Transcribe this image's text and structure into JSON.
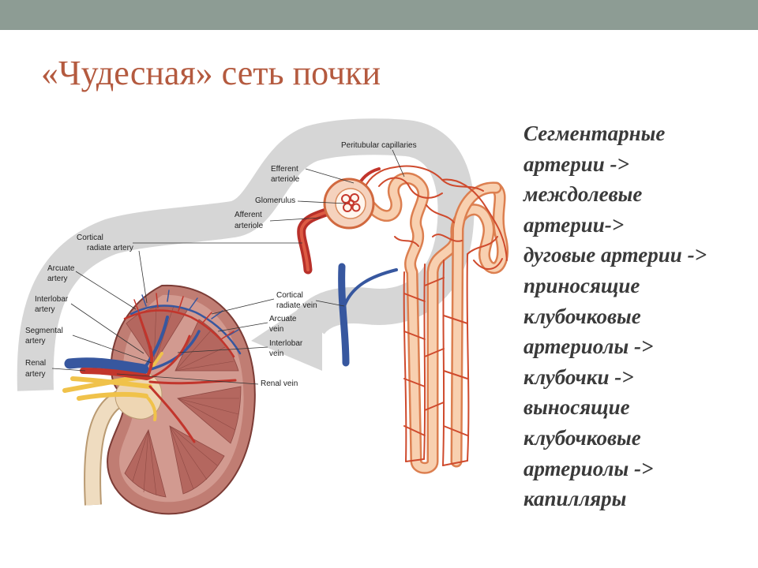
{
  "title": "«Чудесная» сеть почки",
  "description_lines": [
    "Сегментарные",
    "артерии ->",
    "междолевые",
    "артерии->",
    "дуговые артерии ->",
    "приносящие",
    "клубочковые",
    "артериолы ->",
    "клубочки ->",
    "выносящие",
    "клубочковые",
    "артериолы ->",
    "капилляры"
  ],
  "diagram_labels": {
    "peritubular_capillaries": [
      "Peritubular capillaries"
    ],
    "efferent_arteriole": [
      "Efferent",
      "arteriole"
    ],
    "glomerulus": [
      "Glomerulus"
    ],
    "afferent_arteriole": [
      "Afferent",
      "arteriole"
    ],
    "cortical_radiate_artery": [
      "Cortical",
      "radiate artery"
    ],
    "arcuate_artery": [
      "Arcuate",
      "artery"
    ],
    "interlobar_artery": [
      "Interlobar",
      "artery"
    ],
    "segmental_artery": [
      "Segmental",
      "artery"
    ],
    "renal_artery": [
      "Renal",
      "artery"
    ],
    "cortical_radiate_vein": [
      "Cortical",
      "radiate vein"
    ],
    "arcuate_vein": [
      "Arcuate",
      "vein"
    ],
    "interlobar_vein": [
      "Interlobar",
      "vein"
    ],
    "renal_vein": [
      "Renal vein"
    ]
  },
  "colors": {
    "top_bar": "#8d9c94",
    "title": "#b45a3f",
    "text": "#3a3a3a",
    "artery": "#c2352c",
    "vein": "#37579f",
    "flow_band": "#d6d6d6"
  }
}
